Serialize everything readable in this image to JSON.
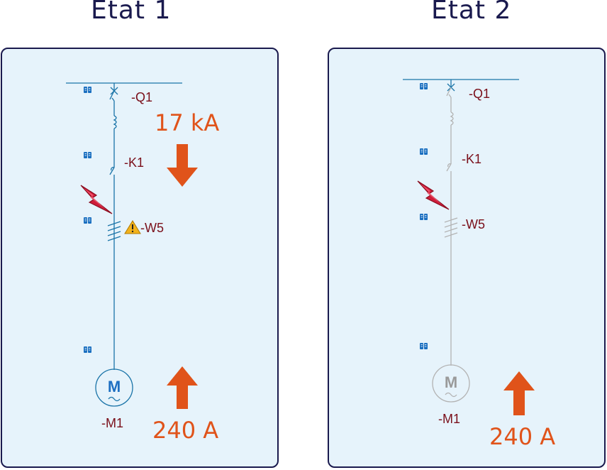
{
  "colors": {
    "title": "#1a1a4e",
    "panel_bg": "#e6f3fb",
    "panel_border": "#1a1a4e",
    "line_active": "#1a74a8",
    "line_inactive": "#b3b3b3",
    "label": "#7a0f1a",
    "value": "#e0531a",
    "motor_active": "#1d6fc2",
    "motor_inactive": "#9a9a9a",
    "lightning": "#d01c3a",
    "warning": "#f2b21b",
    "book_icon": "#1a6fc0"
  },
  "states": [
    {
      "title": "Etat 1",
      "active": true,
      "components": {
        "breaker": "-Q1",
        "contactor": "-K1",
        "cable": "-W5",
        "motor": "-M1",
        "motor_symbol": "M"
      },
      "fault_current": "17 kA",
      "load_current": "240 A",
      "cable_warning": true
    },
    {
      "title": "Etat 2",
      "active": false,
      "components": {
        "breaker": "-Q1",
        "contactor": "-K1",
        "cable": "-W5",
        "motor": "-M1",
        "motor_symbol": "M"
      },
      "fault_current": "",
      "load_current": "240 A",
      "cable_warning": false
    }
  ]
}
